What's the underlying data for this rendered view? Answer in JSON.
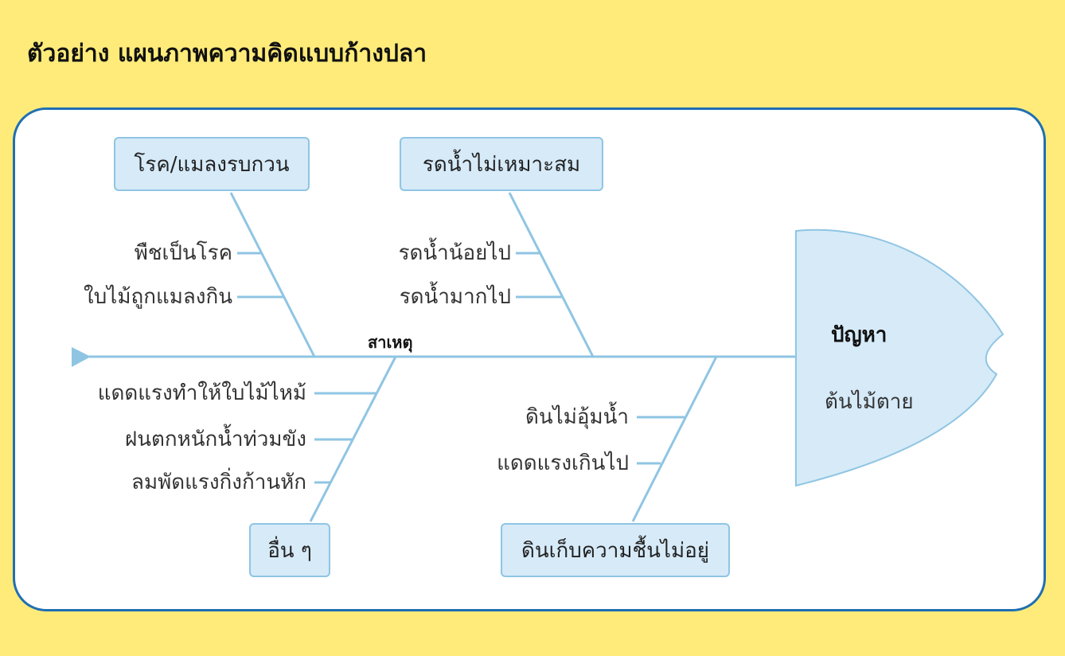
{
  "title": "ตัวอย่าง แผนภาพความคิดแบบก้างปลา",
  "colors": {
    "background": "#feeb7a",
    "panel_border": "#1f6fb2",
    "line": "#8fc5e3",
    "box_fill": "#d6eaf8"
  },
  "spine_label": "สาเหตุ",
  "problem": {
    "heading": "ปัญหา",
    "text": "ต้นไม้ตาย"
  },
  "categories": [
    {
      "label": "โรค/แมลงรบกวน",
      "causes": [
        "พืชเป็นโรค",
        "ใบไม้ถูกแมลงกิน"
      ]
    },
    {
      "label": "รดน้ำไม่เหมาะสม",
      "causes": [
        "รดน้ำน้อยไป",
        "รดน้ำมากไป"
      ]
    },
    {
      "label": "อื่น ๆ",
      "causes": [
        "แดดแรงทำให้ใบไม้ไหม้",
        "ฝนตกหนักน้ำท่วมขัง",
        "ลมพัดแรงกิ่งก้านหัก"
      ]
    },
    {
      "label": "ดินเก็บความชื้นไม่อยู่",
      "causes": [
        "ดินไม่อุ้มน้ำ",
        "แดดแรงเกินไป"
      ]
    }
  ]
}
